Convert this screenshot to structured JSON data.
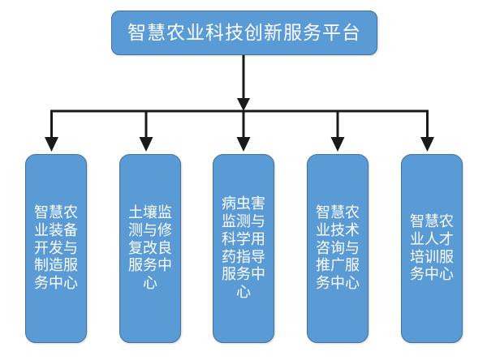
{
  "diagram": {
    "type": "organization-hierarchy-chart",
    "title": "智慧农业科技创新服务平台",
    "connector_color": "#1a1a1a",
    "node_fill_color": "#5B9BD5",
    "node_border_color": "#41719C",
    "node_text_color": "#FFFFFF",
    "background_color": "#FFFFFF",
    "root": {
      "label": "智慧农业科技创新服务平台"
    },
    "children": [
      {
        "label": "智慧农业装备开发与制造服务中心"
      },
      {
        "label": "土壤监测与修复改良服务中心"
      },
      {
        "label": "病虫害监测与科学用药指导服务中心"
      },
      {
        "label": "智慧农业技术咨询与推广服务中心"
      },
      {
        "label": "智慧农业人才培训服务中心"
      }
    ]
  }
}
